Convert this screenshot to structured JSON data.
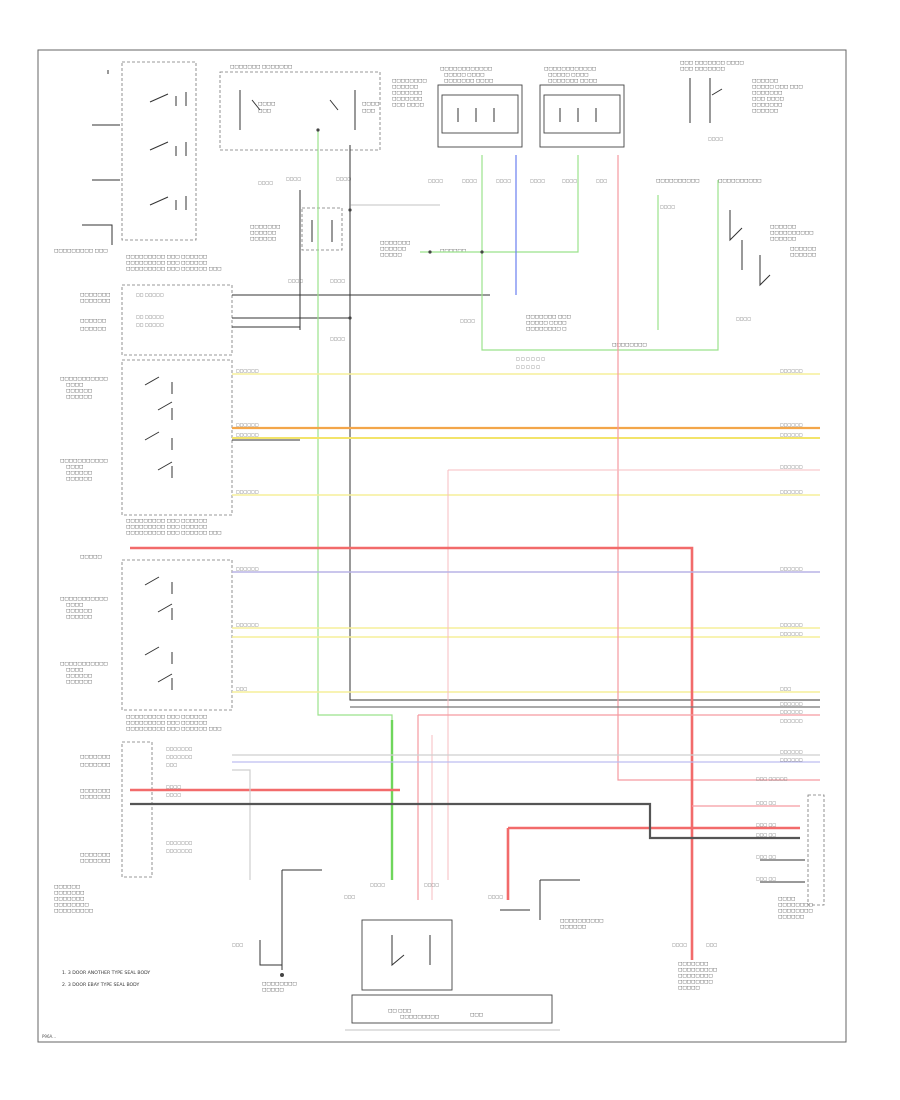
{
  "diagram": {
    "page_id": "P96A...",
    "legend": [
      "1.  3 DOOR ANOTHER TYPE SEAL BODY",
      "2.  3 DOOR EBAY TYPE SEAL BODY"
    ]
  }
}
